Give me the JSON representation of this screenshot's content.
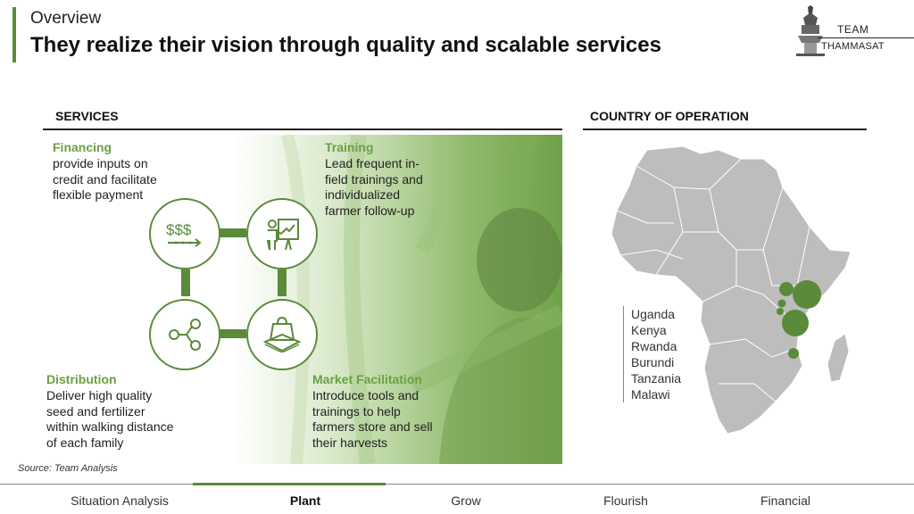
{
  "header": {
    "eyebrow": "Overview",
    "title": "They realize their vision through quality and scalable services"
  },
  "logo": {
    "team": "TEAM",
    "name": "THAMMASAT"
  },
  "services": {
    "heading": "SERVICES",
    "items": [
      {
        "title": "Financing",
        "desc": [
          "provide inputs on",
          "credit and facilitate",
          "flexible payment"
        ],
        "icon": "dollar-arrow-icon"
      },
      {
        "title": "Training",
        "desc": [
          "Lead frequent in-",
          "field trainings and",
          "individualized",
          "farmer follow-up"
        ],
        "icon": "presentation-icon"
      },
      {
        "title": "Distribution",
        "desc": [
          "Deliver high quality",
          "seed and fertilizer",
          "within walking distance",
          "of each family"
        ],
        "icon": "share-network-icon"
      },
      {
        "title": "Market Facilitation",
        "desc": [
          "Introduce tools and",
          "trainings to help",
          "farmers store and sell",
          "their harvests"
        ],
        "icon": "shopping-bag-icon"
      }
    ]
  },
  "source": "Source: Team Analysis",
  "country": {
    "heading": "COUNTRY OF OPERATION",
    "list": [
      "Uganda",
      "Kenya",
      "Rwanda",
      "Burundi",
      "Tanzania",
      "Malawi"
    ]
  },
  "nav": {
    "items": [
      "Situation Analysis",
      "Plant",
      "Grow",
      "Flourish",
      "Financial"
    ],
    "active": "Plant"
  },
  "colors": {
    "accent": "#5a8a3a",
    "service_title": "#6aa043",
    "map_fill": "#bdbdbd"
  }
}
